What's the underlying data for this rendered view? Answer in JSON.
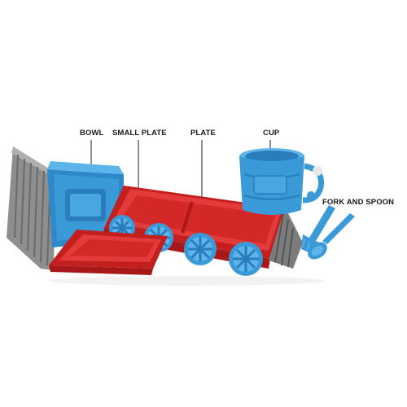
{
  "labels": {
    "bowl": "BOWL",
    "small_plate": "SMALL PLATE",
    "plate": "PLATE",
    "cup": "CUP",
    "fork_and_spoon": "FORK AND SPOON"
  },
  "colors": {
    "red": "#d92b2b",
    "red_dark": "#a81818",
    "blue": "#3a9ad8",
    "blue_light": "#5db4ea",
    "blue_dark": "#1f6fae",
    "gray": "#8a8a8a",
    "gray_dark": "#5c5c5c"
  }
}
